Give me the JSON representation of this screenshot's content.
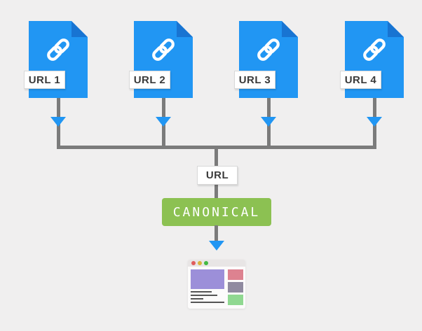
{
  "sources": [
    {
      "label": "URL 1",
      "icon": "link-icon"
    },
    {
      "label": "URL 2",
      "icon": "link-icon"
    },
    {
      "label": "URL 3",
      "icon": "link-icon"
    },
    {
      "label": "URL 4",
      "icon": "link-icon"
    }
  ],
  "merge_label": "URL",
  "canonical_label": "CANONICAL",
  "browser": {
    "icon": "browser-window-icon",
    "traffic_lights": [
      "red",
      "yellow",
      "green"
    ],
    "content_blocks": [
      "hero-purple",
      "thumb-pink",
      "thumb-gray",
      "thumb-green"
    ],
    "text_lines": 4
  },
  "colors": {
    "bg": "#f0efef",
    "doc_blue": "#2196f3",
    "doc_fold": "#1874d2",
    "arrow_blue": "#2196f3",
    "line_gray": "#7b7b7b",
    "canonical_green": "#8cc152",
    "label_bg": "#ffffff",
    "label_border": "#d8d8d8",
    "label_text": "#3a3a3a",
    "titlebar": "#e8e5e5",
    "dot_red": "#e05d5d",
    "dot_yellow": "#d9b43c",
    "dot_green": "#43b943",
    "hero_purple": "#9c8fd9",
    "thumb_pink": "#dd8290",
    "thumb_gray": "#908aa0",
    "thumb_green": "#90d891",
    "textline": "#555555"
  }
}
